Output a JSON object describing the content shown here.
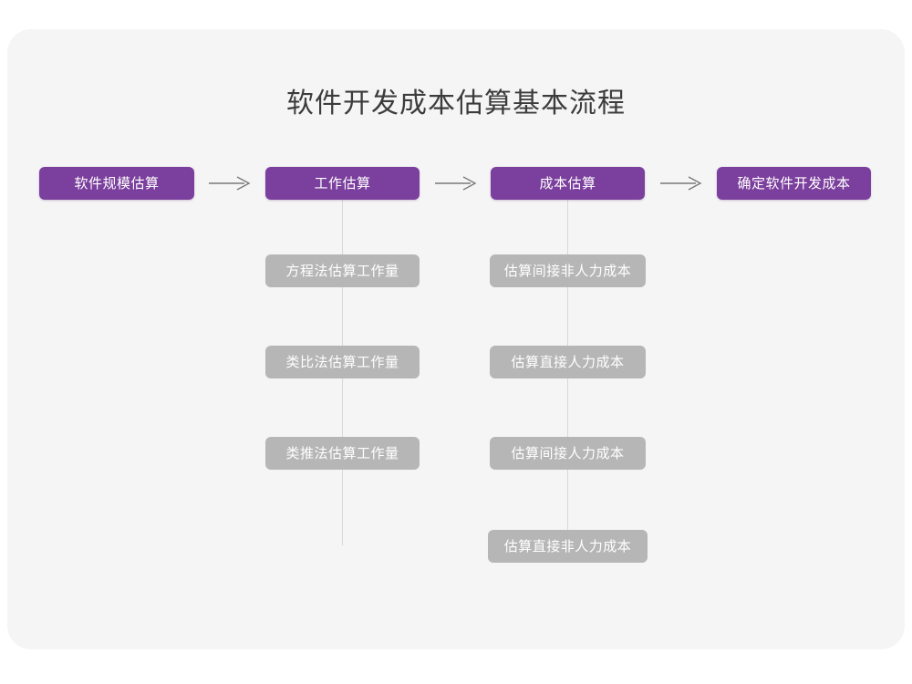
{
  "page": {
    "background_color": "#ffffff",
    "card_color": "#f5f5f6"
  },
  "diagram": {
    "title": "软件开发成本估算基本流程",
    "type": "flowchart",
    "colors": {
      "primary_node": "#7b3f9d",
      "secondary_node": "#b6b6b6",
      "node_text": "#ffffff",
      "title_text": "#3c3c3c",
      "connector": "#d8d8d8",
      "arrow": "#7a7a7a"
    },
    "main_flow": [
      {
        "id": "step-1",
        "label": "软件规模估算"
      },
      {
        "id": "step-2",
        "label": "工作估算"
      },
      {
        "id": "step-3",
        "label": "成本估算"
      },
      {
        "id": "step-4",
        "label": "确定软件开发成本"
      }
    ],
    "arrows": [
      {
        "id": "arrow-1",
        "from": "step-1",
        "to": "step-2",
        "glyph": "right-arrow"
      },
      {
        "id": "arrow-2",
        "from": "step-2",
        "to": "step-3",
        "glyph": "right-arrow"
      },
      {
        "id": "arrow-3",
        "from": "step-3",
        "to": "step-4",
        "glyph": "right-arrow"
      }
    ],
    "branches": [
      {
        "parent": "step-2",
        "items": [
          {
            "id": "effort-1",
            "label": "方程法估算工作量"
          },
          {
            "id": "effort-2",
            "label": "类比法估算工作量"
          },
          {
            "id": "effort-3",
            "label": "类推法估算工作量"
          }
        ]
      },
      {
        "parent": "step-3",
        "items": [
          {
            "id": "cost-1",
            "label": "估算间接非人力成本"
          },
          {
            "id": "cost-2",
            "label": "估算直接人力成本"
          },
          {
            "id": "cost-3",
            "label": "估算间接人力成本"
          },
          {
            "id": "cost-4",
            "label": "估算直接非人力成本"
          }
        ]
      }
    ]
  }
}
